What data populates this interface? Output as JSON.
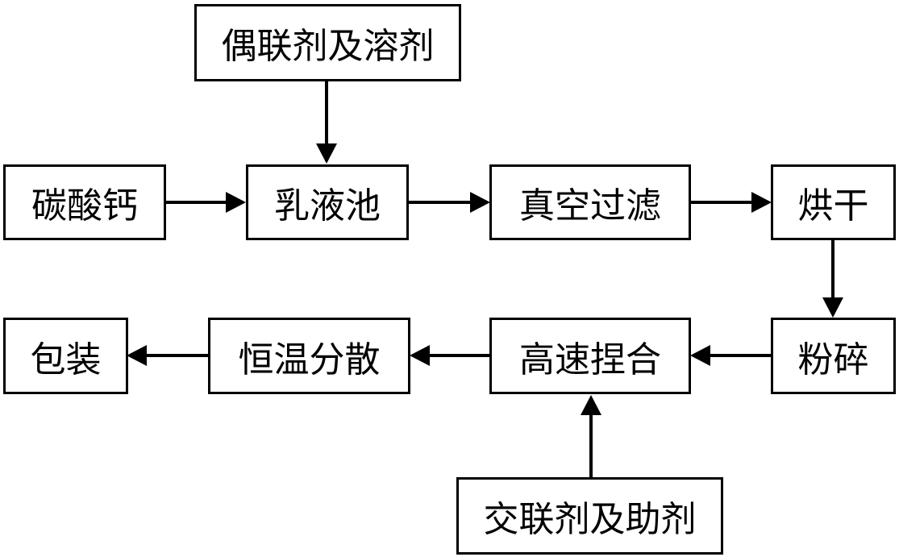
{
  "nodes": {
    "coupling_agent_solvent": "偶联剂及溶剂",
    "calcium_carbonate": "碳酸钙",
    "emulsion_tank": "乳液池",
    "vacuum_filtration": "真空过滤",
    "drying": "烘干",
    "crushing": "粉碎",
    "high_speed_kneading": "高速捏合",
    "constant_temp_dispersion": "恒温分散",
    "packaging": "包装",
    "crosslinker_additive": "交联剂及助剂"
  }
}
